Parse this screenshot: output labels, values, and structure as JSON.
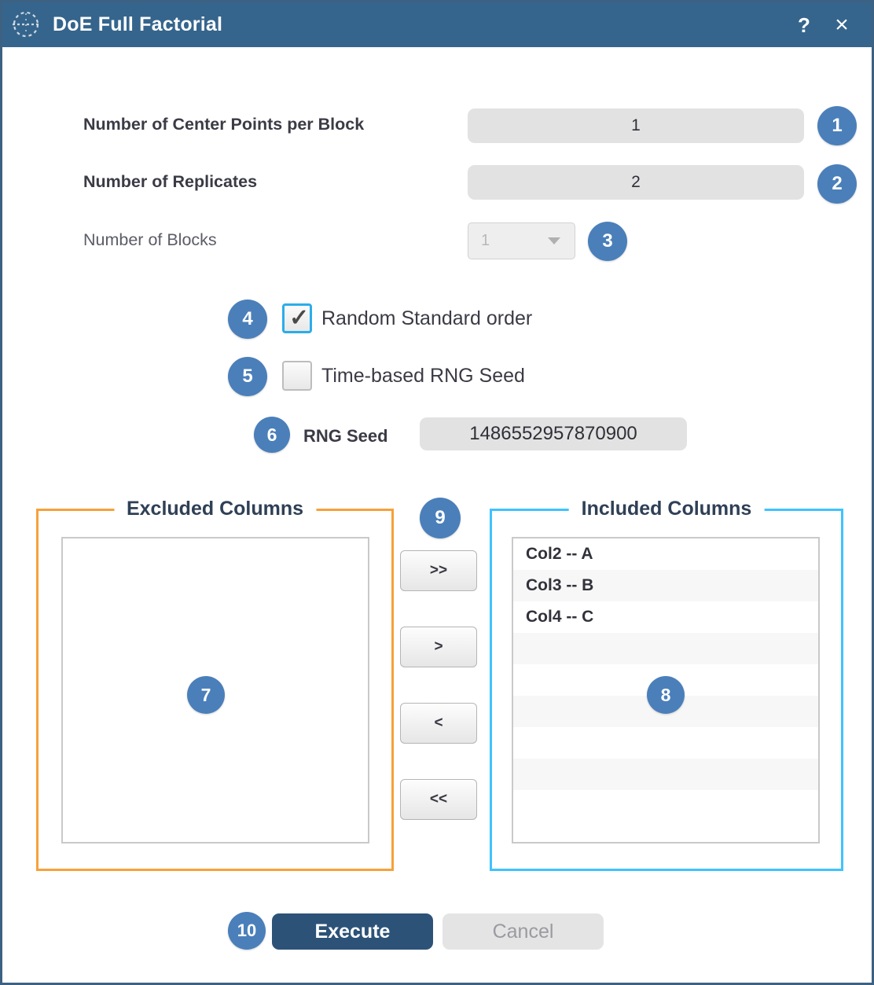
{
  "window": {
    "title": "DoE Full Factorial",
    "icon": "target-crosshair-icon",
    "help_label": "?",
    "close_label": "×"
  },
  "fields": {
    "center_points": {
      "label": "Number of Center Points per Block",
      "value": "1",
      "badge": "1"
    },
    "replicates": {
      "label": "Number of Replicates",
      "value": "2",
      "badge": "2"
    },
    "blocks": {
      "label": "Number of Blocks",
      "value": "1",
      "badge": "3",
      "disabled": true
    }
  },
  "options": {
    "random_standard_order": {
      "label": "Random Standard order",
      "checked": true,
      "badge": "4"
    },
    "time_based_rng_seed": {
      "label": "Time-based RNG Seed",
      "checked": false,
      "badge": "5"
    },
    "rng_seed": {
      "label": "RNG Seed",
      "value": "1486552957870900",
      "badge": "6"
    }
  },
  "excluded_columns": {
    "title": "Excluded Columns",
    "badge": "7",
    "items": []
  },
  "included_columns": {
    "title": "Included Columns",
    "badge": "8",
    "items": [
      "Col2 -- A",
      "Col3 -- B",
      "Col4 -- C"
    ]
  },
  "transfer": {
    "badge": "9",
    "move_all_right": ">>",
    "move_right": ">",
    "move_left": "<",
    "move_all_left": "<<"
  },
  "footer": {
    "badge": "10",
    "execute_label": "Execute",
    "cancel_label": "Cancel"
  },
  "colors": {
    "titlebar": "#35658c",
    "badge": "#4a7fba",
    "excluded_frame": "#f7a139",
    "included_frame": "#3fc3ff",
    "primary_button": "#2c5278",
    "checkbox_checked_border": "#2badea"
  }
}
